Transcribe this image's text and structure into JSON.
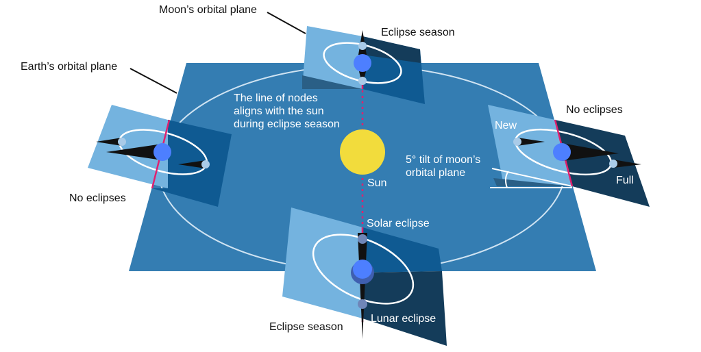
{
  "labels": {
    "moon_orbital_plane": "Moon’s orbital plane",
    "earth_orbital_plane": "Earth’s orbital plane",
    "eclipse_season_top": "Eclipse season",
    "eclipse_season_bottom": "Eclipse season",
    "no_eclipses_left": "No eclipses",
    "no_eclipses_right": "No eclipses",
    "line_of_nodes": [
      "The line of nodes",
      "aligns with the sun",
      "during eclipse season"
    ],
    "sun": "Sun",
    "tilt": [
      "5° tilt of moon’s",
      "orbital plane"
    ],
    "new": "New",
    "full": "Full",
    "solar_eclipse": "Solar eclipse",
    "lunar_eclipse": "Lunar eclipse"
  },
  "colors": {
    "earth_plane": "#347db2",
    "moon_plane_light": "#74b3df",
    "moon_plane_dark": "#0f5a92",
    "moon_plane_darker": "#143c5a",
    "sun": "#f2dc3c",
    "earth": "#4d7fff",
    "moon": "#a9cbe8",
    "node_line": "#e0206e"
  }
}
